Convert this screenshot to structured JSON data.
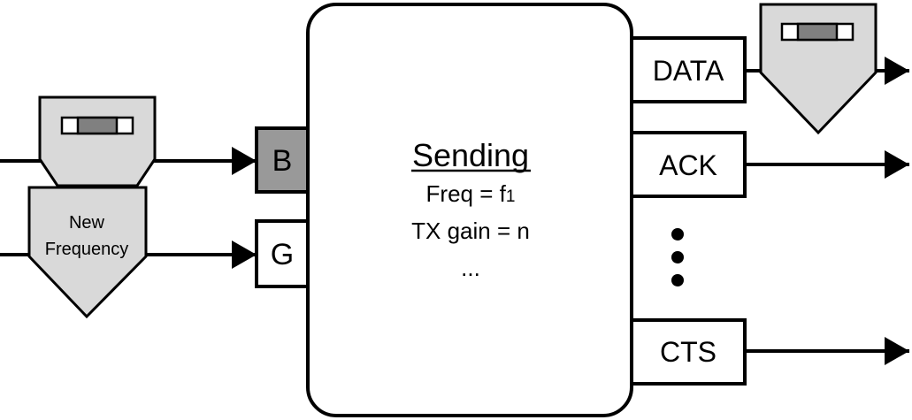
{
  "state": {
    "title": "Sending",
    "freq_prefix": "Freq = f",
    "freq_subscript": "1",
    "tx_gain": "TX gain = n",
    "ellipsis": "..."
  },
  "inputs": {
    "b_label": "B",
    "g_label": "G",
    "new_frequency_line1": "New",
    "new_frequency_line2": "Frequency"
  },
  "outputs": {
    "data_label": "DATA",
    "ack_label": "ACK",
    "cts_label": "CTS"
  },
  "colors": {
    "stroke": "#000000",
    "port_b_fill": "#999999",
    "pentagon_fill": "#d9d9d9",
    "sensor_window_fill": "#808080"
  }
}
